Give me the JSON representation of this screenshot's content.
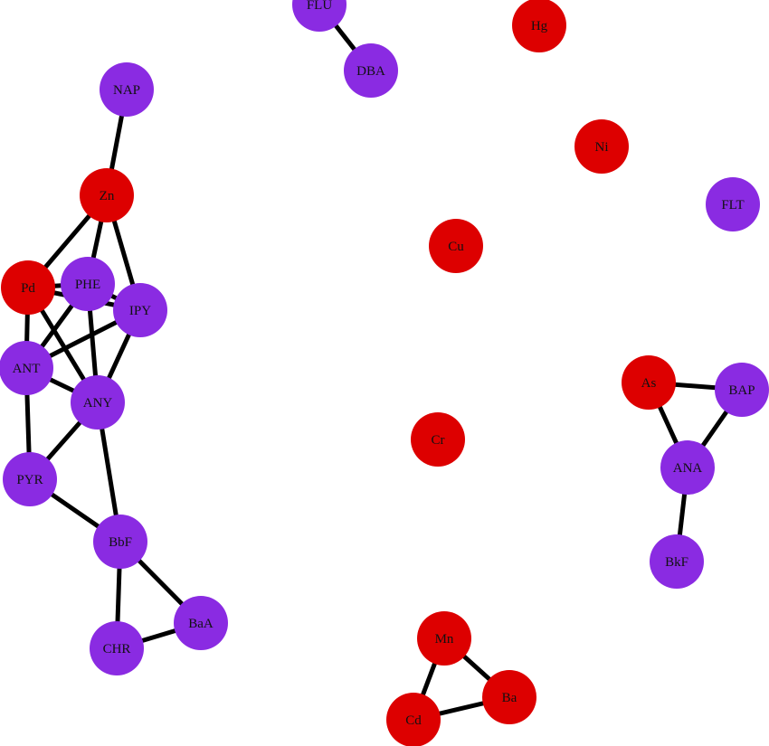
{
  "colors": {
    "metal": "#dd0000",
    "pah": "#8a2be2",
    "edge": "#000000"
  },
  "nodes": [
    {
      "id": "FLU",
      "type": "pah"
    },
    {
      "id": "DBA",
      "type": "pah"
    },
    {
      "id": "Hg",
      "type": "metal"
    },
    {
      "id": "NAP",
      "type": "pah"
    },
    {
      "id": "Ni",
      "type": "metal"
    },
    {
      "id": "Zn",
      "type": "metal"
    },
    {
      "id": "FLT",
      "type": "pah"
    },
    {
      "id": "Cu",
      "type": "metal"
    },
    {
      "id": "Pd",
      "type": "metal"
    },
    {
      "id": "PHE",
      "type": "pah"
    },
    {
      "id": "IPY",
      "type": "pah"
    },
    {
      "id": "ANT",
      "type": "pah"
    },
    {
      "id": "ANY",
      "type": "pah"
    },
    {
      "id": "As",
      "type": "metal"
    },
    {
      "id": "BAP",
      "type": "pah"
    },
    {
      "id": "Cr",
      "type": "metal"
    },
    {
      "id": "PYR",
      "type": "pah"
    },
    {
      "id": "ANA",
      "type": "pah"
    },
    {
      "id": "BbF",
      "type": "pah"
    },
    {
      "id": "BkF",
      "type": "pah"
    },
    {
      "id": "BaA",
      "type": "pah"
    },
    {
      "id": "CHR",
      "type": "pah"
    },
    {
      "id": "Mn",
      "type": "metal"
    },
    {
      "id": "Ba",
      "type": "metal"
    },
    {
      "id": "Cd",
      "type": "metal"
    }
  ],
  "edges": [
    [
      "FLU",
      "DBA"
    ],
    [
      "NAP",
      "Zn"
    ],
    [
      "Zn",
      "Pd"
    ],
    [
      "Zn",
      "PHE"
    ],
    [
      "Zn",
      "IPY"
    ],
    [
      "Pd",
      "PHE"
    ],
    [
      "Pd",
      "IPY"
    ],
    [
      "PHE",
      "IPY"
    ],
    [
      "Pd",
      "ANT"
    ],
    [
      "Pd",
      "ANY"
    ],
    [
      "PHE",
      "ANT"
    ],
    [
      "PHE",
      "ANY"
    ],
    [
      "IPY",
      "ANT"
    ],
    [
      "IPY",
      "ANY"
    ],
    [
      "ANT",
      "ANY"
    ],
    [
      "ANT",
      "PYR"
    ],
    [
      "ANY",
      "PYR"
    ],
    [
      "ANY",
      "BbF"
    ],
    [
      "PYR",
      "BbF"
    ],
    [
      "BbF",
      "CHR"
    ],
    [
      "BbF",
      "BaA"
    ],
    [
      "CHR",
      "BaA"
    ],
    [
      "As",
      "BAP"
    ],
    [
      "As",
      "ANA"
    ],
    [
      "BAP",
      "ANA"
    ],
    [
      "ANA",
      "BkF"
    ],
    [
      "Mn",
      "Ba"
    ],
    [
      "Mn",
      "Cd"
    ],
    [
      "Cd",
      "Ba"
    ]
  ]
}
